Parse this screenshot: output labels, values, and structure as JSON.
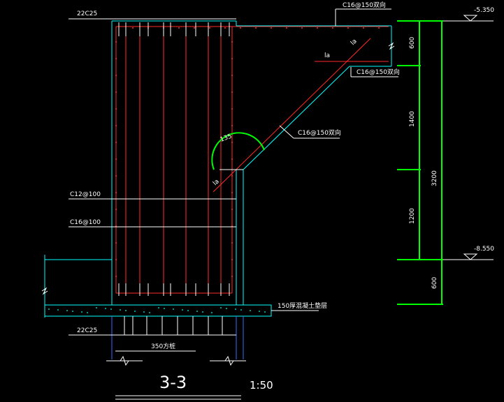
{
  "drawing": {
    "title": "3-3",
    "scale": "1:50",
    "colors": {
      "background": "#000000",
      "concrete": "#00ffff",
      "rebar": "#ff2a2a",
      "dimension": "#00ff00",
      "text": "#ffffff",
      "leader": "#ffffff"
    },
    "labels": {
      "top_bar": "22C25",
      "bottom_bar": "22C25",
      "stirrup_1": "C12@100",
      "stirrup_2": "C16@100",
      "slab_top": "C16@150双向",
      "slab_mid": "C16@150双向",
      "haunch": "C16@150双向",
      "la_1": "la",
      "la_2": "la",
      "la_3": "la",
      "angle": "135",
      "cushion": "150厚混凝土垫层",
      "pile": "350方桩"
    },
    "elevations": {
      "top": "-5.350",
      "bottom": "-8.550"
    },
    "dimensions": {
      "d1": "600",
      "d2": "1400",
      "d3": "1200",
      "d4": "600",
      "total": "3200"
    }
  }
}
